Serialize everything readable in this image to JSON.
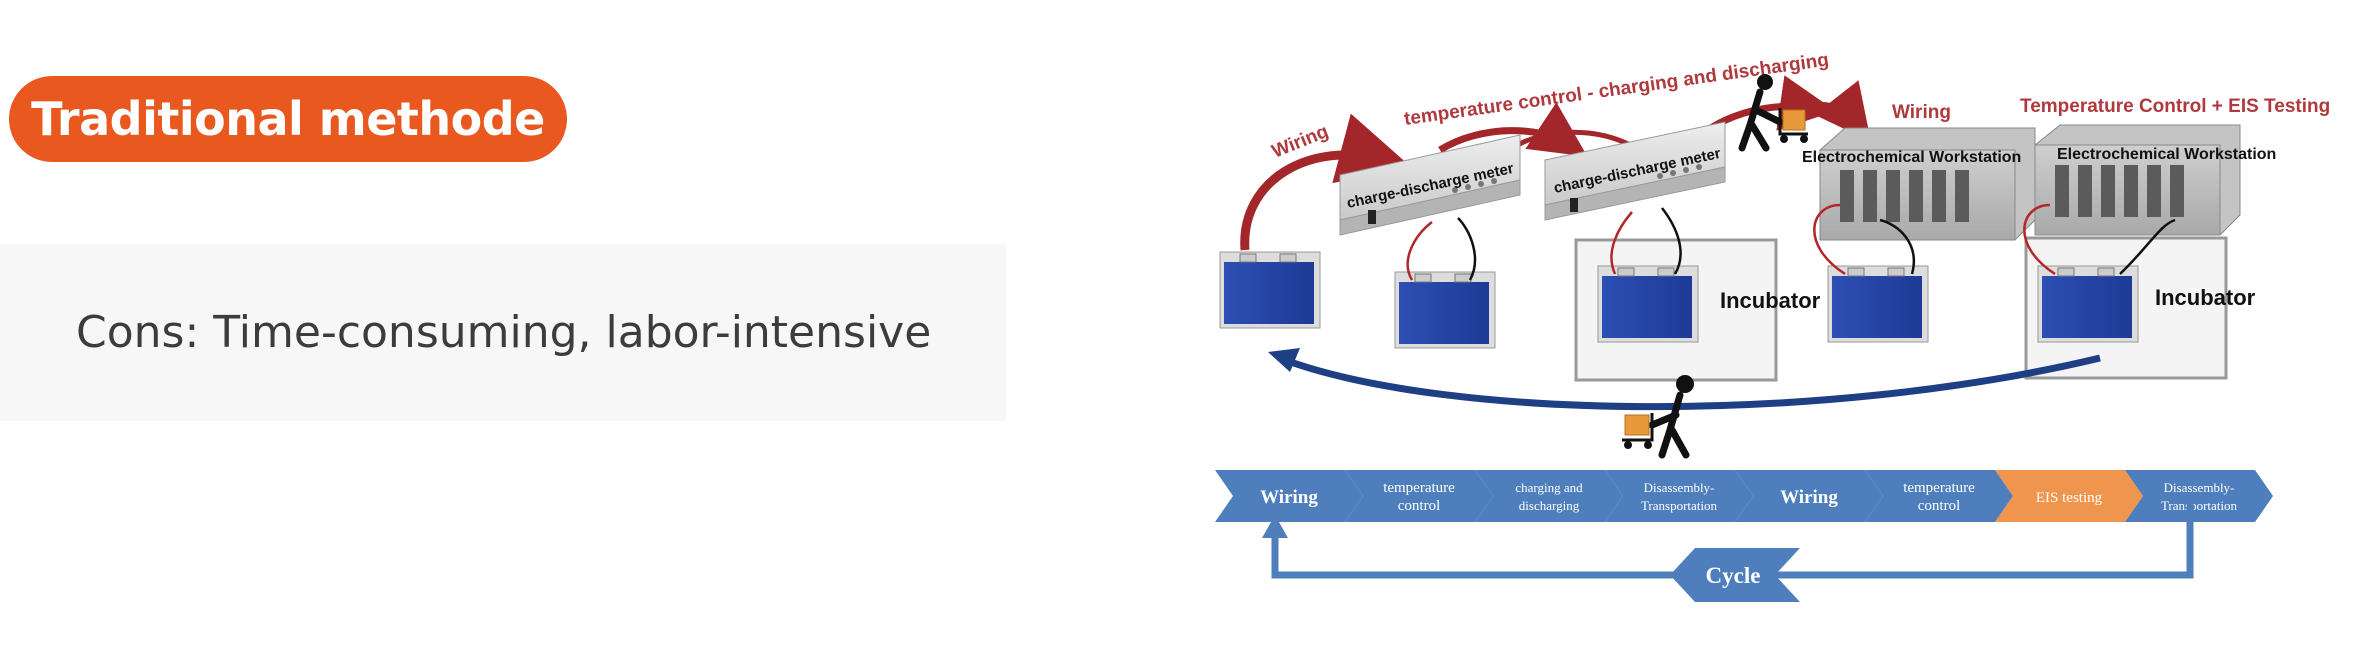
{
  "header": {
    "title": "Traditional methode"
  },
  "cons": {
    "text": "Cons: Time-consuming, labor-intensive"
  },
  "diagram": {
    "top_labels": {
      "wiring_left": "Wiring",
      "temp_charging": "temperature control - charging and discharging",
      "wiring_right": "Wiring",
      "temp_eis": "Temperature Control + EIS Testing"
    },
    "devices": {
      "meter_1": "charge-discharge meter",
      "meter_2": "charge-discharge meter",
      "workstation_1": "Electrochemical Workstation",
      "workstation_2": "Electrochemical Workstation",
      "incubator_1": "Incubator",
      "incubator_2": "Incubator"
    },
    "process_steps": [
      {
        "line1": "Wiring",
        "line2": ""
      },
      {
        "line1": "temperature",
        "line2": "control"
      },
      {
        "line1": "charging and",
        "line2": "discharging"
      },
      {
        "line1": "Disassembly-",
        "line2": "Transportation"
      },
      {
        "line1": "Wiring",
        "line2": ""
      },
      {
        "line1": "temperature",
        "line2": "control"
      },
      {
        "line1": "EIS testing",
        "line2": ""
      },
      {
        "line1": "Disassembly-",
        "line2": "Transportation"
      }
    ],
    "cycle_label": "Cycle",
    "colors": {
      "accent_orange": "#e8581f",
      "step_blue": "#4e7fbc",
      "step_orange": "#f0954e",
      "arrow_red": "#a3262b",
      "label_red": "#b0393d",
      "battery_blue": "#2546a8"
    }
  }
}
